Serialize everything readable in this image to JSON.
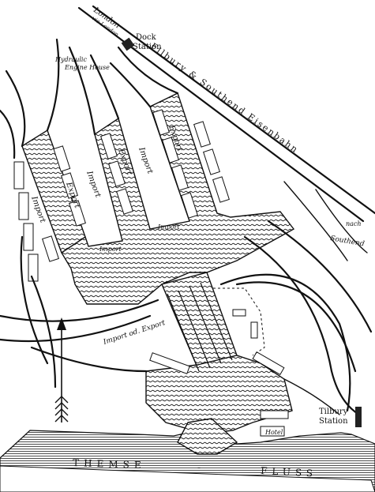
{
  "labels": {
    "london_top": "London",
    "london_sub": "via London",
    "dock_station_1": "Dock",
    "dock_station_2": "Station",
    "hydraulic_1": "Hydraulic",
    "hydraulic_2": "Engine House",
    "railway": "Filbury & Southend Eisenbahn",
    "nach": "nach",
    "southend": "Southend",
    "import_1": "Import",
    "export_1": "Export",
    "import_2": "Import",
    "export_2": "Export",
    "import_3": "Import",
    "export_3": "Export",
    "import_small_1": "Import",
    "import_small_2": "Import",
    "import_od_export": "Import od. Export",
    "hotel": "Hotel",
    "tilbury_1": "Tilbury",
    "tilbury_2": "Station",
    "river_1": "THEMSE",
    "river_dash": "-",
    "river_2": "FLUSS"
  },
  "icons": {
    "north_arrow": "north-arrow-icon"
  }
}
